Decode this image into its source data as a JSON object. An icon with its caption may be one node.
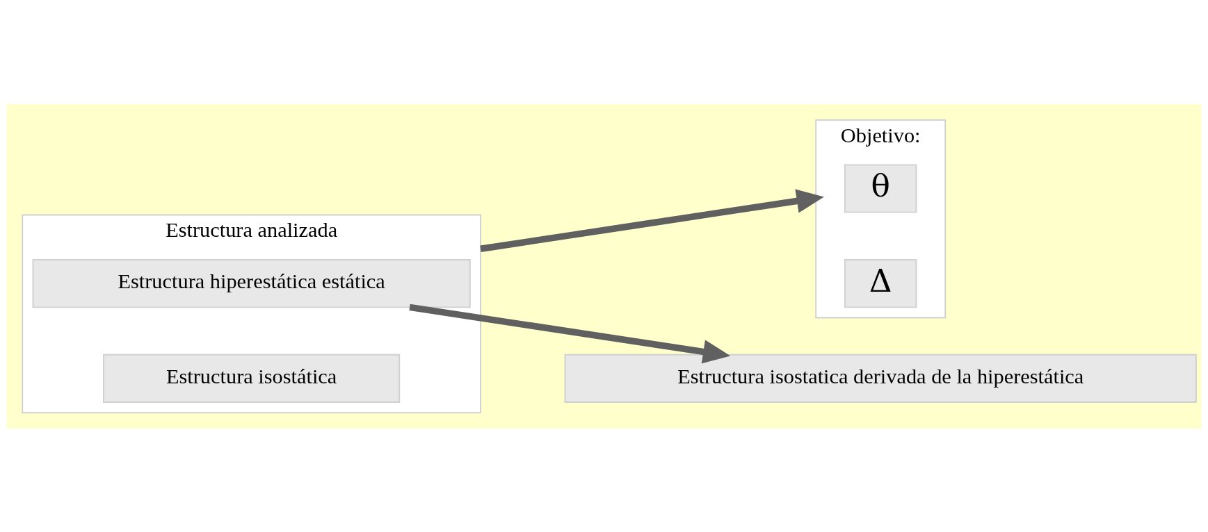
{
  "diagram": {
    "nodes": [
      {
        "text": [
          "Estructura analizada"
        ]
      },
      {
        "text": [
          "Estructura hiperestática estática"
        ],
        "in": 0
      },
      {
        "text": [
          "Estructura isostática"
        ],
        "in": 0
      },
      {
        "text": [
          "Objetivo:"
        ]
      },
      {
        "text": [
          "θ"
        ],
        "in": 3
      },
      {
        "text": [
          "Δ"
        ],
        "in": 3
      },
      {
        "text": [
          "Estructura isostatica derivada de la hiperestática"
        ]
      }
    ],
    "edges": [
      {
        "from": 1,
        "to": 6,
        "arrow": "to"
      },
      {
        "from": 0,
        "to": 3,
        "arrow": "to"
      }
    ]
  }
}
